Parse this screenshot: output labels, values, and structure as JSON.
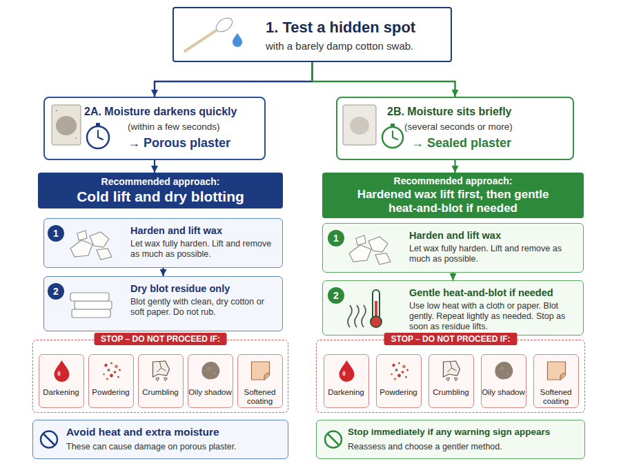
{
  "diagram": {
    "nodes": [
      {
        "text": [
          "1. Test a hidden spot",
          "with a barely damp cotton swab."
        ]
      },
      {
        "text": [
          "2A. Moisture darkens quickly",
          "(within a few seconds)",
          "→ Porous plaster"
        ]
      },
      {
        "text": [
          "Recommended approach:",
          "Cold lift and dry blotting"
        ]
      },
      {
        "text": [
          "Harden and lift wax",
          "Let wax fully harden. Lift and remove as much as possible."
        ]
      },
      {
        "text": [
          "1"
        ],
        "in": 3
      },
      {
        "text": [
          "Dry blot residue only",
          "Blot gently with clean, dry cotton or soft paper. Do not rub."
        ]
      },
      {
        "text": [
          "2"
        ],
        "in": 5
      },
      {
        "text": [
          "STOP – DO NOT PROCEED IF:"
        ]
      },
      {
        "text": [
          "Darkening"
        ],
        "in": 7
      },
      {
        "text": [
          "Powdering"
        ],
        "in": 7
      },
      {
        "text": [
          "Crumbling"
        ],
        "in": 7
      },
      {
        "text": [
          "Oily shadow"
        ],
        "in": 7
      },
      {
        "text": [
          "Softened coating"
        ],
        "in": 7
      },
      {
        "text": [
          "Avoid heat and extra moisture",
          "These can cause damage on porous plaster."
        ]
      },
      {
        "text": [
          "2B. Moisture sits briefly",
          "(several seconds or more)",
          "→ Sealed plaster"
        ]
      },
      {
        "text": [
          "Recommended approach:",
          "Hardened wax lift first, then gentle heat-and-blot if needed"
        ]
      },
      {
        "text": [
          "Harden and lift wax",
          "Let wax fully harden. Lift and remove as much as possible."
        ]
      },
      {
        "text": [
          "1"
        ],
        "in": 16
      },
      {
        "text": [
          "Gentle heat-and-blot if needed",
          "Use low heat with a cloth or paper. Blot gently. Repeat lightly as needed. Stop as soon as residue lifts."
        ]
      },
      {
        "text": [
          "2"
        ],
        "in": 18
      },
      {
        "text": [
          "STOP – DO NOT PROCEED IF:"
        ]
      },
      {
        "text": [
          "Darkening"
        ],
        "in": 20
      },
      {
        "text": [
          "Powdering"
        ],
        "in": 20
      },
      {
        "text": [
          "Crumbling"
        ],
        "in": 20
      },
      {
        "text": [
          "Oily shadow"
        ],
        "in": 20
      },
      {
        "text": [
          "Softened coating"
        ],
        "in": 20
      },
      {
        "text": [
          "Stop immediately if any warning sign appears",
          "Reassess and choose a gentler method."
        ]
      }
    ],
    "edges": [
      {
        "from": 0,
        "to": 1,
        "arrow": "to"
      },
      {
        "from": 0,
        "to": 14,
        "arrow": "to"
      },
      {
        "from": 1,
        "to": 2,
        "arrow": "to"
      },
      {
        "from": 3,
        "to": 5,
        "arrow": "to"
      },
      {
        "from": 14,
        "to": 15,
        "arrow": "to"
      },
      {
        "from": 16,
        "to": 18,
        "arrow": "to"
      }
    ]
  }
}
